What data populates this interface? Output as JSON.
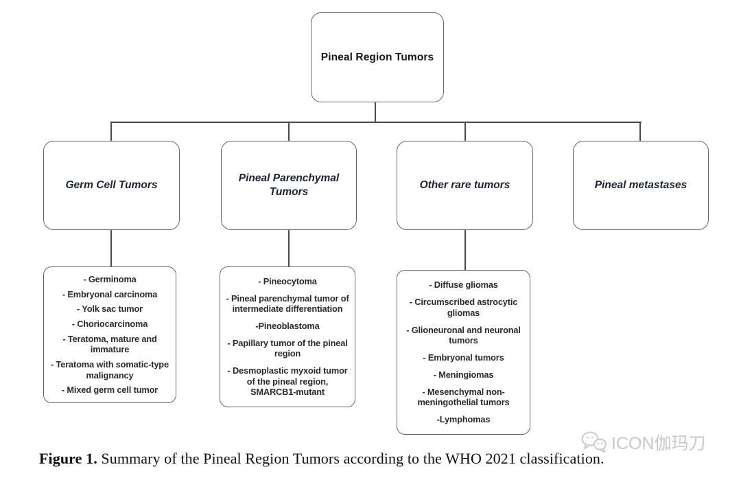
{
  "figure": {
    "root": {
      "label": "Pineal Region Tumors"
    },
    "branches": [
      {
        "label": "Germ Cell Tumors",
        "items": [
          "- Germinoma",
          "- Embryonal carcinoma",
          "- Yolk sac tumor",
          "- Choriocarcinoma",
          "- Teratoma, mature and immature",
          "- Teratoma with somatic-type malignancy",
          "- Mixed germ cell tumor"
        ]
      },
      {
        "label": "Pineal Parenchymal Tumors",
        "items": [
          "- Pineocytoma",
          "- Pineal parenchymal tumor of intermediate differentiation",
          "-Pineoblastoma",
          "- Papillary tumor of the pineal region",
          "- Desmoplastic myxoid tumor of the pineal region, SMARCB1-mutant"
        ]
      },
      {
        "label": "Other rare tumors",
        "items": [
          "- Diffuse gliomas",
          "- Circumscribed astrocytic gliomas",
          "- Glioneuronal and neuronal tumors",
          "- Embryonal tumors",
          "- Meningiomas",
          "- Mesenchymal non-meningothelial tumors",
          "-Lymphomas"
        ]
      },
      {
        "label": "Pineal metastases",
        "items": []
      }
    ]
  },
  "caption": {
    "figure_label": "Figure 1.",
    "text": " Summary of the Pineal Region Tumors according to the WHO 2021 classification."
  },
  "watermark": {
    "text": "ICON伽玛刀",
    "icon": "wechat-icon",
    "color": "#c8c8c8"
  },
  "colors": {
    "background": "#ffffff",
    "box_border": "#656565",
    "connector": "#4a4a4a",
    "branch_text": "#1c2333",
    "leaf_text": "#2a2a2a",
    "caption_text": "#0e0e0e"
  }
}
